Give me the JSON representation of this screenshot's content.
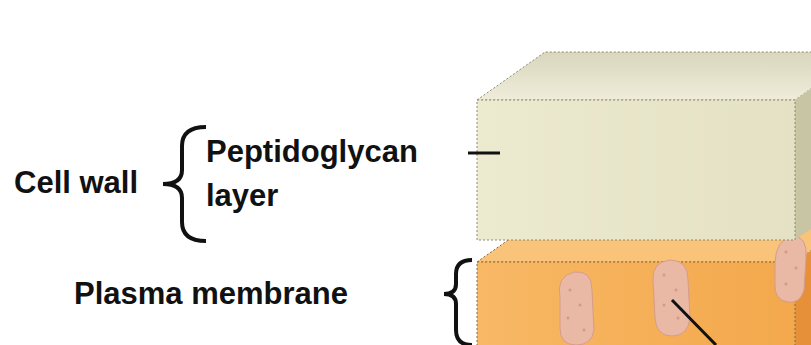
{
  "diagram": {
    "labels": [
      "Cell wall",
      "Peptidoglycan layer",
      "Plasma membrane"
    ]
  }
}
